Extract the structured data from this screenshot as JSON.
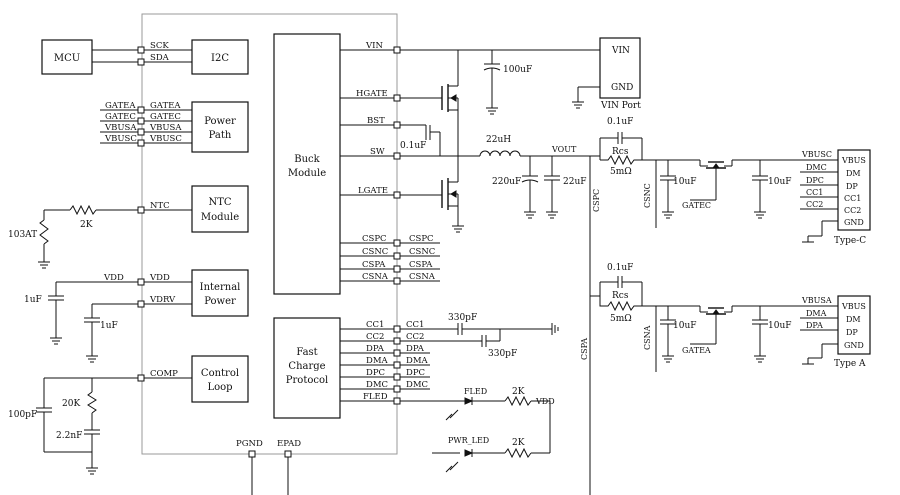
{
  "blocks": {
    "mcu": "MCU",
    "i2c": "I2C",
    "power_path": [
      "Power",
      "Path"
    ],
    "ntc_module": [
      "NTC",
      "Module"
    ],
    "internal_power": [
      "Internal",
      "Power"
    ],
    "control_loop": [
      "Control",
      "Loop"
    ],
    "buck_module": [
      "Buck",
      "Module"
    ],
    "fast_charge": [
      "Fast",
      "Charge",
      "Protocol"
    ],
    "vin_port_label": "VIN Port",
    "type_c_label": "Type-C",
    "type_a_label": "Type A"
  },
  "vin_port_pins": [
    "VIN",
    "GND"
  ],
  "type_c_pins": [
    "VBUS",
    "DM",
    "DP",
    "CC1",
    "CC2",
    "GND"
  ],
  "type_a_pins": [
    "VBUS",
    "DM",
    "DP",
    "GND"
  ],
  "left_pins": {
    "mcu_side": [
      "SCK",
      "SDA"
    ],
    "power_path": [
      "GATEA",
      "GATEC",
      "VBUSA",
      "VBUSC"
    ],
    "power_path_nets": [
      "GATEA",
      "GATEC",
      "VBUSA",
      "VBUSC"
    ],
    "ntc": "NTC",
    "vdd": "VDD",
    "vdd_net": "VDD",
    "vdrv": "VDRV",
    "comp": "COMP"
  },
  "right_pins": {
    "vin": "VIN",
    "hgate": "HGATE",
    "bst": "BST",
    "sw": "SW",
    "lgate": "LGATE",
    "sense": [
      "CSPC",
      "CSNC",
      "CSPA",
      "CSNA"
    ],
    "sense_nets": [
      "CSPC",
      "CSNC",
      "CSPA",
      "CSNA"
    ],
    "protocol": [
      "CC1",
      "CC2",
      "DPA",
      "DMA",
      "DPC",
      "DMC",
      "FLED"
    ],
    "protocol_nets": [
      "CC1",
      "CC2",
      "DPA",
      "DMA",
      "DPC",
      "DMC"
    ]
  },
  "bottom_pins": [
    "PGND",
    "EPAD"
  ],
  "components": {
    "c_vin": "100uF",
    "c_bst": "0.1uF",
    "inductor": "22uH",
    "c_out1": "220uF",
    "c_out2": "22uF",
    "vout": "VOUT",
    "rcs_c": "Rcs",
    "rcs_c_val": "5mΩ",
    "c_rcs_c": "0.1uF",
    "c_csnc": "10uF",
    "c_typec": "10uF",
    "rcs_a": "Rcs",
    "rcs_a_val": "5mΩ",
    "c_rcs_a": "0.1uF",
    "c_csna": "10uF",
    "c_typea": "10uF",
    "r_ntc": "2K",
    "ntc_therm": "103AT",
    "c_vdd": "1uF",
    "c_vdrv": "1uF",
    "r_comp": "20K",
    "c_comp1": "100pF",
    "c_comp2": "2.2nF",
    "c_cc1": "330pF",
    "c_cc2": "330pF",
    "fled_label": "FLED",
    "pwr_led_label": "PWR_LED",
    "r_fled": "2K",
    "r_pwr": "2K",
    "vdd_led": "VDD",
    "gatec": "GATEC",
    "gatea": "GATEA",
    "cspc_v": "CSPC",
    "csnc_v": "CSNC",
    "cspa_v": "CSPA",
    "csna_v": "CSNA",
    "typec_nets": [
      "VBUSC",
      "DMC",
      "DPC",
      "CC1",
      "CC2"
    ],
    "typea_nets": [
      "VBUSA",
      "DMA",
      "DPA"
    ]
  }
}
